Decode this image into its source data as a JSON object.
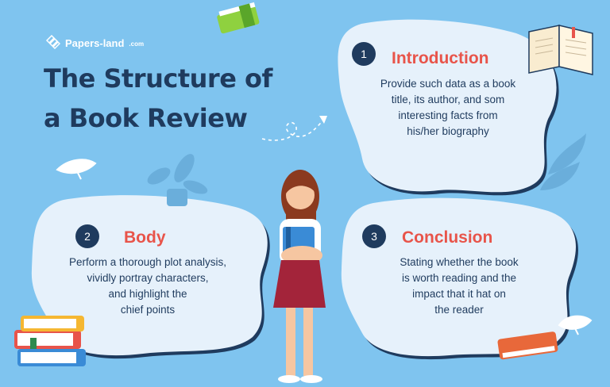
{
  "brand": {
    "name": "Papers-land",
    "tld": ".com"
  },
  "title": {
    "line1": "The Structure of",
    "line2": "a Book Review"
  },
  "sections": [
    {
      "number": "1",
      "heading": "Introduction",
      "lines": [
        "Provide such data as a book",
        "title, its author, and som",
        "interesting facts from",
        "his/her biography"
      ]
    },
    {
      "number": "2",
      "heading": "Body",
      "lines": [
        "Perform a thorough plot analysis,",
        "vividly portray characters,",
        "and highlight the",
        "chief points"
      ]
    },
    {
      "number": "3",
      "heading": "Conclusion",
      "lines": [
        "Stating whether the book",
        "is worth reading and the",
        "impact that it hat on",
        "the reader"
      ]
    }
  ],
  "colors": {
    "background": "#7fc4ef",
    "bubble": "#e6f1fb",
    "navy": "#1f3b5e",
    "accent": "#e8544a"
  }
}
